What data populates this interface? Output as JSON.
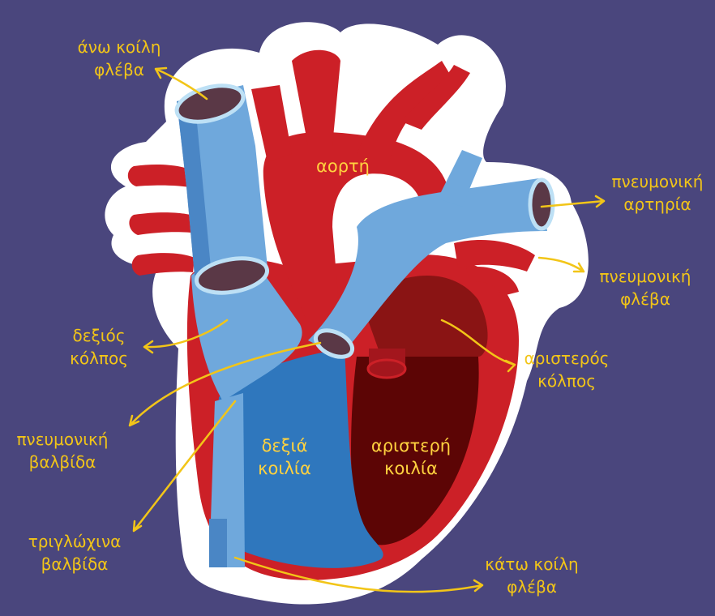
{
  "colors": {
    "background": "#4a467d",
    "label": "#f2c518",
    "sticker": "#ffffff",
    "vein": "#6fa8dc",
    "vein_dark": "#4a86c5",
    "right_ventricle": "#2f77bd",
    "artery": "#cc2027",
    "artery_dark": "#a3161d",
    "left_atrium": "#8a1414",
    "left_ventricle": "#5c0505"
  },
  "labels": {
    "svc": [
      "άνω κοίλη",
      "φλέβα"
    ],
    "aorta": [
      "αορτή"
    ],
    "pulmonary_artery": [
      "πνευμονική",
      "αρτηρία"
    ],
    "pulmonary_vein": [
      "πνευμονική",
      "φλέβα"
    ],
    "left_atrium": [
      "αριστερός",
      "κόλπος"
    ],
    "right_atrium": [
      "δεξιός",
      "κόλπος"
    ],
    "pulmonary_valve": [
      "πνευμονική",
      "βαλβίδα"
    ],
    "right_ventricle": [
      "δεξιά",
      "κοιλία"
    ],
    "left_ventricle": [
      "αριστερή",
      "κοιλία"
    ],
    "tricuspid_valve": [
      "τριγλώχινα",
      "βαλβίδα"
    ],
    "ivc": [
      "κάτω κοίλη",
      "φλέβα"
    ]
  }
}
